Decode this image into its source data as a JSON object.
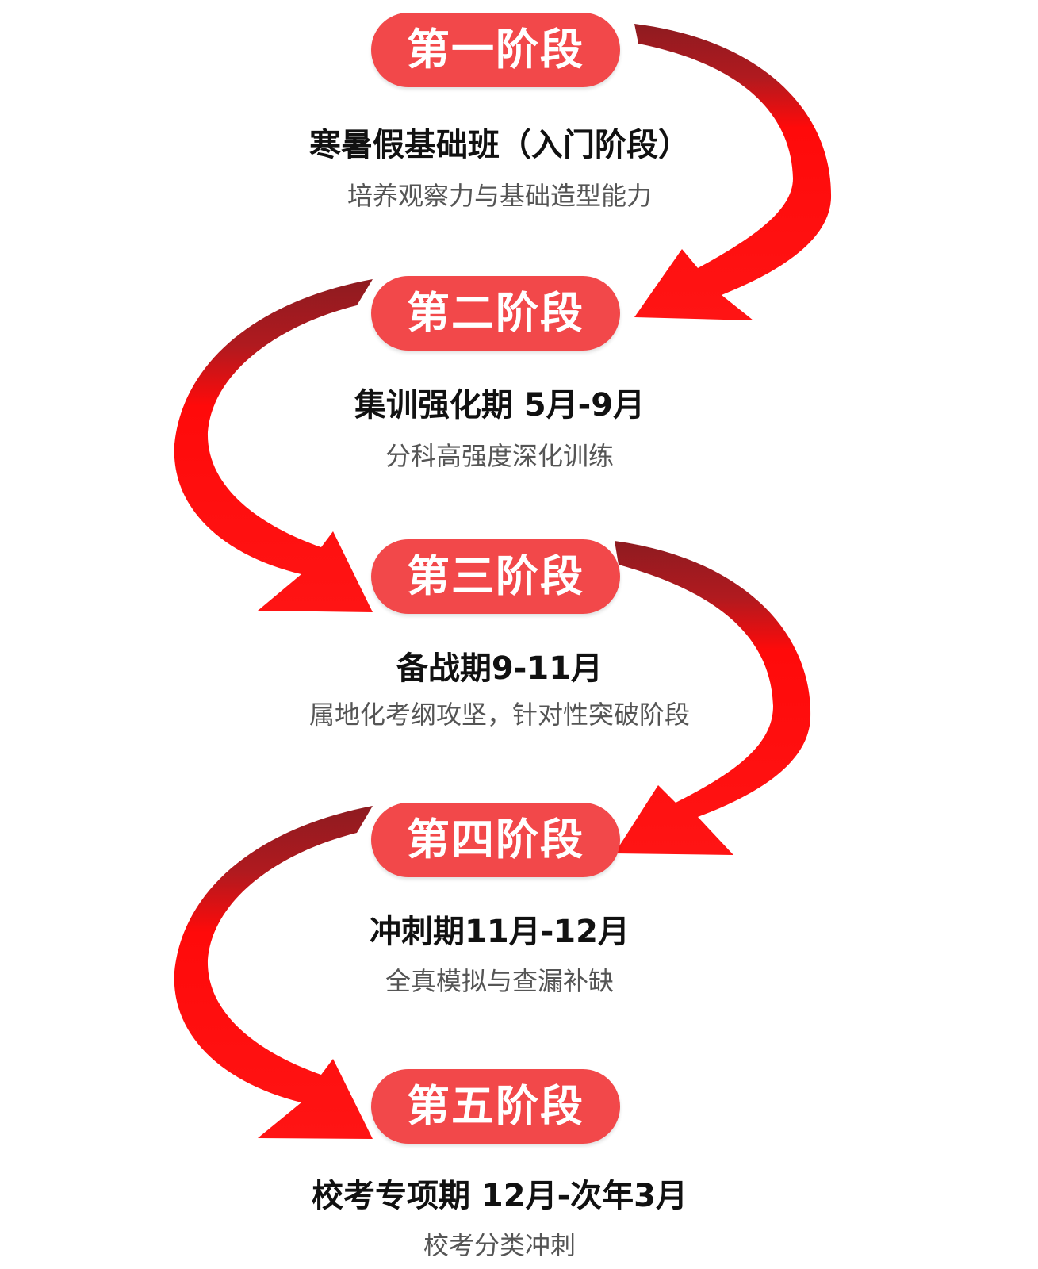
{
  "stages": [
    {
      "label": "第一阶段",
      "title": "寒暑假基础班（入门阶段）",
      "desc": "培养观察力与基础造型能力"
    },
    {
      "label": "第二阶段",
      "title": "集训强化期 5月-9月",
      "desc": "分科高强度深化训练"
    },
    {
      "label": "第三阶段",
      "title": "备战期9-11月",
      "desc": "属地化考纲攻坚，针对性突破阶段"
    },
    {
      "label": "第四阶段",
      "title": "冲刺期11月-12月",
      "desc": "全真模拟与查漏补缺"
    },
    {
      "label": "第五阶段",
      "title": "校考专项期   12月-次年3月",
      "desc": "校考分类冲刺"
    }
  ],
  "colors": {
    "pill": "#f2484a",
    "arrow_bright": "#ff0a0a",
    "arrow_dark": "#8e1b20"
  }
}
